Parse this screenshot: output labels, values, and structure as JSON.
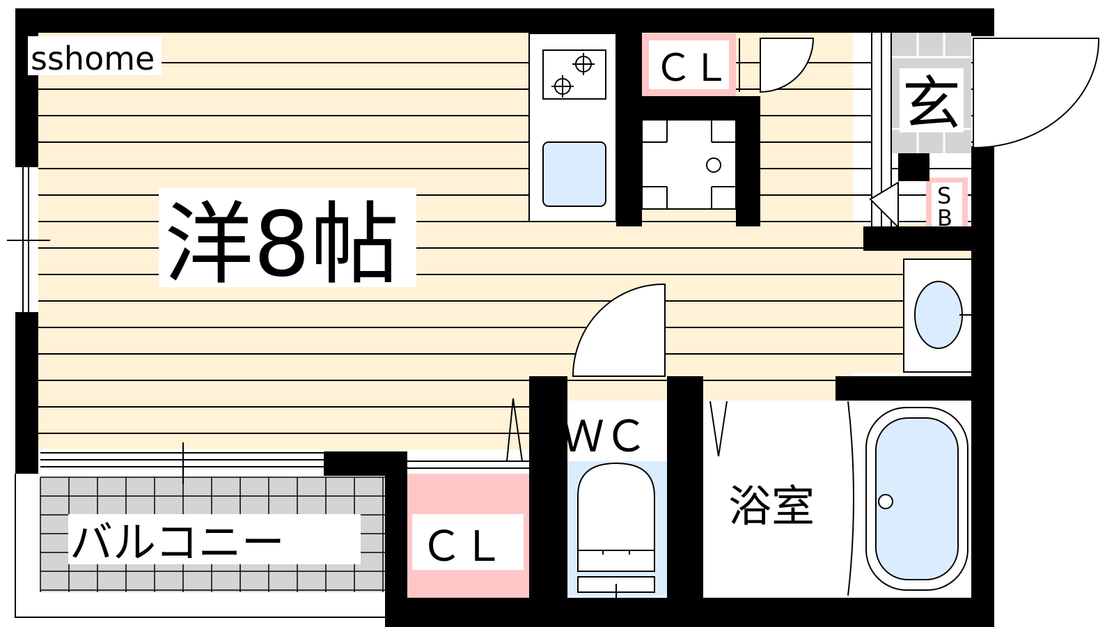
{
  "watermark": "sshome",
  "rooms": {
    "western_room": "洋8帖",
    "closet_upper": "ＣＬ",
    "closet_lower": "ＣＬ",
    "entrance": "玄",
    "shoe_box_s": "S",
    "shoe_box_b": "B",
    "toilet": "ＷＣ",
    "bathroom": "浴室",
    "balcony": "バルコニー"
  },
  "colors": {
    "floor": "#fff2d6",
    "wall": "#000000",
    "closet": "#ffc7c7",
    "water": "#dcecff",
    "tile": "#d4d4d4",
    "line": "#000000"
  }
}
